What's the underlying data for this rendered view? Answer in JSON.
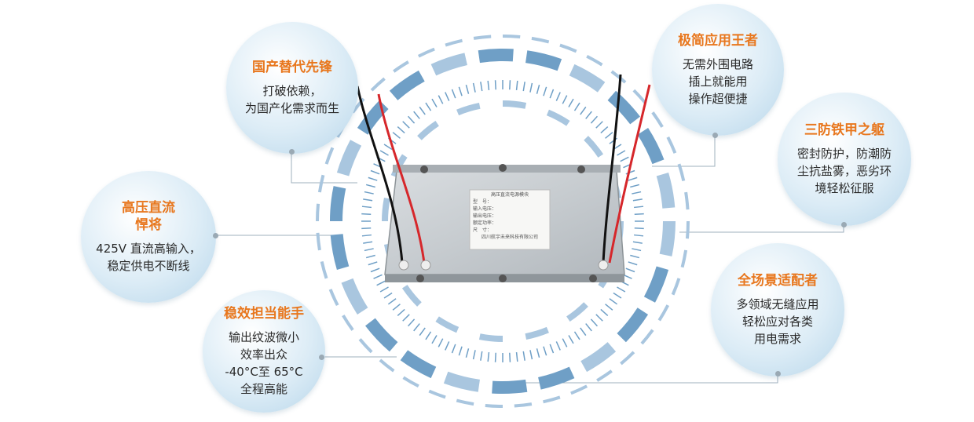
{
  "features": [
    {
      "title": "国产替代先锋",
      "desc": "打破依赖，\n为国产化需求而生"
    },
    {
      "title": "高压直流\n悍将",
      "desc": "425V 直流高输入，\n稳定供电不断线"
    },
    {
      "title": "稳效担当能手",
      "desc": "输出纹波微小\n效率出众\n-40°C至 65°C\n全程高能"
    },
    {
      "title": "极简应用王者",
      "desc": "无需外围电路\n插上就能用\n操作超便捷"
    },
    {
      "title": "三防铁甲之躯",
      "desc": "密封防护，防潮防\n尘抗盐雾，恶劣环\n境轻松征服"
    },
    {
      "title": "全场景适配者",
      "desc": "多领域无缝应用\n轻松应对各类\n用电需求"
    }
  ],
  "product": {
    "label_title": "高压直流电源模块",
    "label_lines": [
      "型　号：",
      "输入电压：",
      "输出电压：",
      "额定功率：",
      "尺　寸："
    ],
    "label_company": "四川航宇未来科技有限公司"
  },
  "colors": {
    "accent": "#e8771e",
    "ring": "#6f9fc6",
    "ring_light": "#a9c6df"
  }
}
